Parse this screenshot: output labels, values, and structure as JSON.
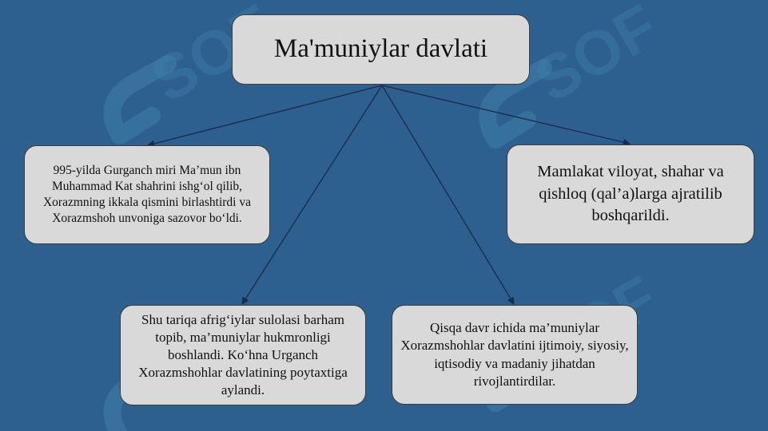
{
  "slide": {
    "title": "Ma'muniylar davlati",
    "boxes": [
      {
        "id": "top-left",
        "text": "995-yilda Gurganch miri Ma’mun ibn Muhammad Kat shahrini ishg‘ol qilib, Xorazmning ikkala qismini birlashtirdi va Xorazmshoh unvoniga sazovor bo‘ldi."
      },
      {
        "id": "top-right",
        "text": "Mamlakat  viloyat, shahar va qishloq (qal’a)larga ajratilib boshqarildi."
      },
      {
        "id": "bottom-left",
        "text": "Shu tariqa afrig‘iylar sulolasi barham topib, ma’muniylar hukmronligi boshlandi. Ko‘hna Urganch Xorazmshohlar davlatining poytaxtiga aylandi."
      },
      {
        "id": "bottom-right",
        "text": "Qisqa davr  ichida ma’muniylar Xorazmshohlar davlatini ijtimoiy, siyosiy, iqtisodiy va madaniy jihatdan rivojlantirdilar."
      }
    ]
  },
  "colors": {
    "background": "#2d5f8f",
    "box_fill": "#d9d9d9",
    "box_border": "#3c3c3c",
    "connector": "#1a2a4a",
    "watermark": "#3f7fa8"
  },
  "watermark": {
    "text": "SOF"
  }
}
